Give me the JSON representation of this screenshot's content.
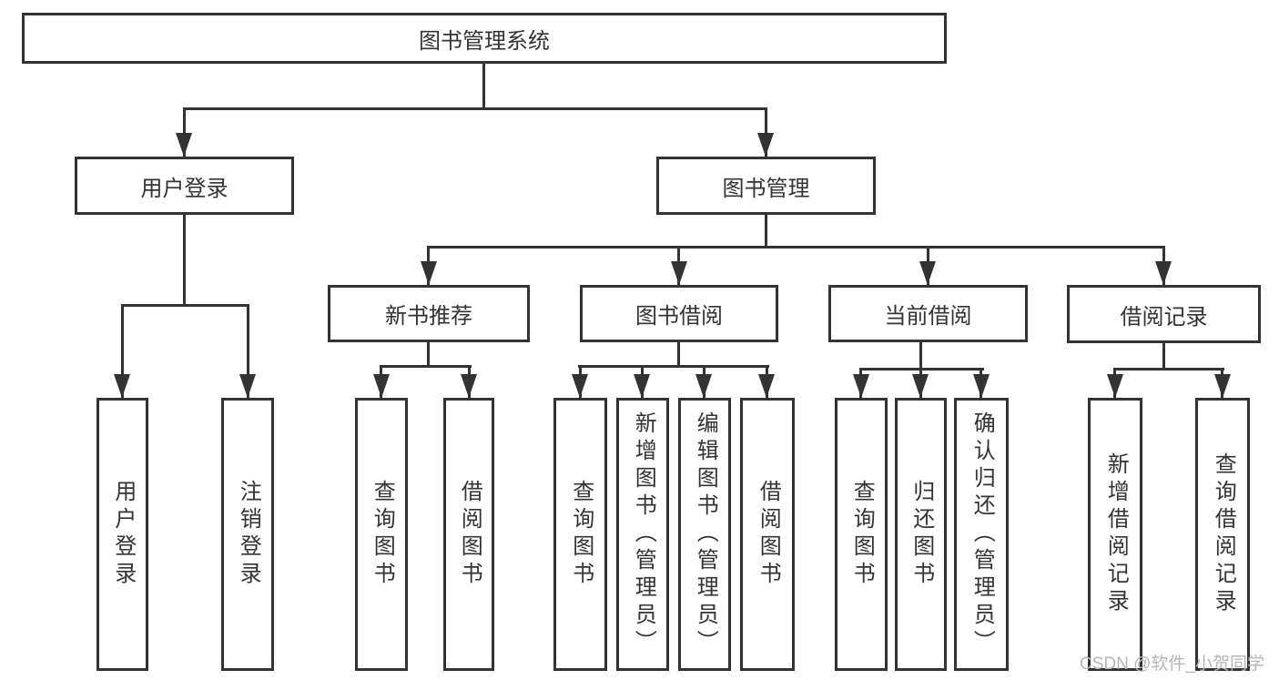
{
  "diagram": {
    "type": "hierarchy-tree",
    "title": "图书管理系统"
  },
  "nodes": {
    "root": {
      "label": "图书管理系统"
    },
    "user_login": {
      "label": "用户登录"
    },
    "book_management": {
      "label": "图书管理"
    },
    "new_book_recommend": {
      "label": "新书推荐"
    },
    "book_borrowing": {
      "label": "图书借阅"
    },
    "current_borrowing": {
      "label": "当前借阅"
    },
    "borrowing_records": {
      "label": "借阅记录"
    },
    "leaf_user_login": {
      "label": "用户登录"
    },
    "leaf_logout": {
      "label": "注销登录"
    },
    "leaf_query_books_recommend": {
      "label": "查询图书"
    },
    "leaf_borrow_books_recommend": {
      "label": "借阅图书"
    },
    "leaf_query_books_borrowing": {
      "label": "查询图书"
    },
    "leaf_add_books_admin": {
      "label": "新增图书（管理员）"
    },
    "leaf_edit_books_admin": {
      "label": "编辑图书（管理员）"
    },
    "leaf_borrow_books_borrowing": {
      "label": "借阅图书"
    },
    "leaf_query_books_current": {
      "label": "查询图书"
    },
    "leaf_return_books": {
      "label": "归还图书"
    },
    "leaf_confirm_return_admin": {
      "label": "确认归还（管理员）"
    },
    "leaf_add_borrow_record": {
      "label": "新增借阅记录"
    },
    "leaf_query_borrow_record": {
      "label": "查询借阅记录"
    }
  },
  "edges": [
    [
      "root",
      "user_login"
    ],
    [
      "root",
      "book_management"
    ],
    [
      "user_login",
      "leaf_user_login"
    ],
    [
      "user_login",
      "leaf_logout"
    ],
    [
      "book_management",
      "new_book_recommend"
    ],
    [
      "book_management",
      "book_borrowing"
    ],
    [
      "book_management",
      "current_borrowing"
    ],
    [
      "book_management",
      "borrowing_records"
    ],
    [
      "new_book_recommend",
      "leaf_query_books_recommend"
    ],
    [
      "new_book_recommend",
      "leaf_borrow_books_recommend"
    ],
    [
      "book_borrowing",
      "leaf_query_books_borrowing"
    ],
    [
      "book_borrowing",
      "leaf_add_books_admin"
    ],
    [
      "book_borrowing",
      "leaf_edit_books_admin"
    ],
    [
      "book_borrowing",
      "leaf_borrow_books_borrowing"
    ],
    [
      "current_borrowing",
      "leaf_query_books_current"
    ],
    [
      "current_borrowing",
      "leaf_return_books"
    ],
    [
      "current_borrowing",
      "leaf_confirm_return_admin"
    ],
    [
      "borrowing_records",
      "leaf_add_borrow_record"
    ],
    [
      "borrowing_records",
      "leaf_query_borrow_record"
    ]
  ],
  "colors": {
    "line": "#333333",
    "text": "#333333",
    "background": "#ffffff",
    "watermark": "#b5b5b5"
  },
  "watermark": {
    "text": "CSDN @软件_小贺同学"
  }
}
